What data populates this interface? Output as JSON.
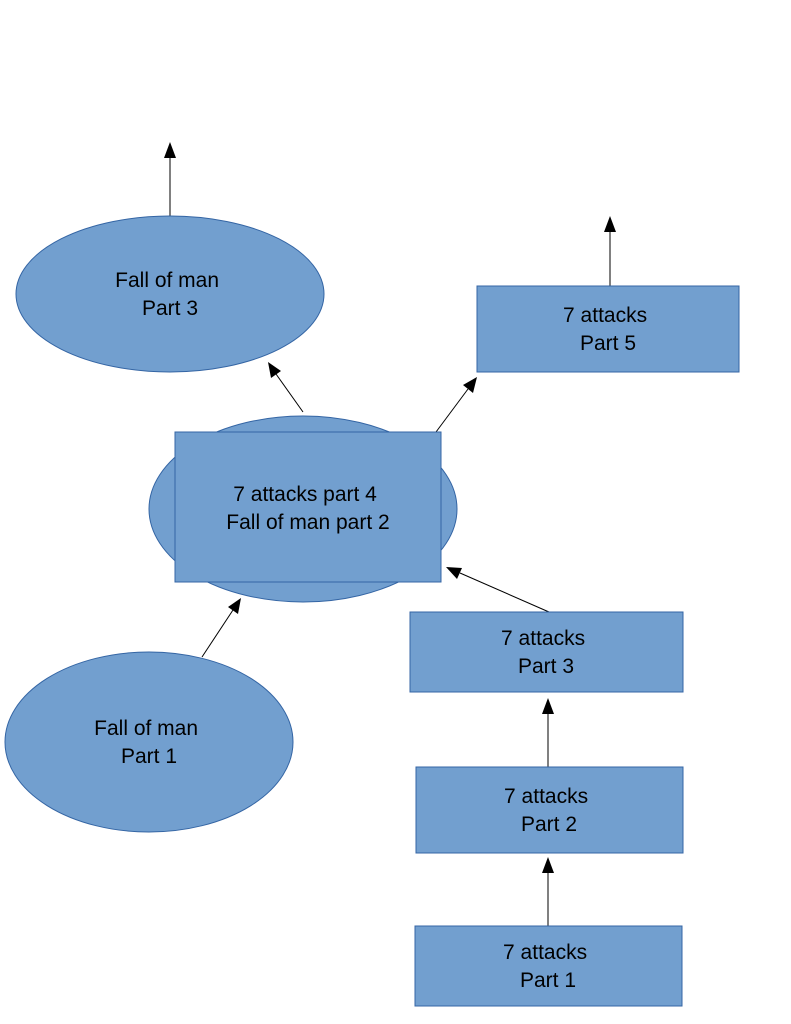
{
  "diagram": {
    "colors": {
      "fill": "#729fcf",
      "stroke": "#3465a4",
      "arrow": "#000000",
      "background": "#ffffff"
    },
    "nodes": [
      {
        "id": "fall-of-man-part-3",
        "shape": "ellipse",
        "lines": [
          "Fall of man",
          "Part 3"
        ]
      },
      {
        "id": "seven-attacks-part-5",
        "shape": "rectangle",
        "lines": [
          "7 attacks",
          "Part 5"
        ]
      },
      {
        "id": "merged-ellipse",
        "shape": "ellipse",
        "lines": []
      },
      {
        "id": "seven-attacks-part-4",
        "shape": "rectangle",
        "lines": [
          "7 attacks part 4",
          "Fall of man part 2"
        ]
      },
      {
        "id": "fall-of-man-part-1",
        "shape": "ellipse",
        "lines": [
          "Fall of man",
          "Part 1"
        ]
      },
      {
        "id": "seven-attacks-part-3",
        "shape": "rectangle",
        "lines": [
          "7 attacks",
          "Part 3"
        ]
      },
      {
        "id": "seven-attacks-part-2",
        "shape": "rectangle",
        "lines": [
          "7 attacks",
          "Part 2"
        ]
      },
      {
        "id": "seven-attacks-part-1",
        "shape": "rectangle",
        "lines": [
          "7 attacks",
          "Part 1"
        ]
      }
    ],
    "edges": [
      {
        "from": "fall-of-man-part-3",
        "to": ""
      },
      {
        "from": "seven-attacks-part-5",
        "to": ""
      },
      {
        "from": "merged-ellipse",
        "to": "fall-of-man-part-3"
      },
      {
        "from": "seven-attacks-part-4",
        "to": "seven-attacks-part-5"
      },
      {
        "from": "fall-of-man-part-1",
        "to": "merged-ellipse"
      },
      {
        "from": "seven-attacks-part-3",
        "to": "seven-attacks-part-4"
      },
      {
        "from": "seven-attacks-part-2",
        "to": "seven-attacks-part-3"
      },
      {
        "from": "seven-attacks-part-1",
        "to": "seven-attacks-part-2"
      }
    ]
  }
}
